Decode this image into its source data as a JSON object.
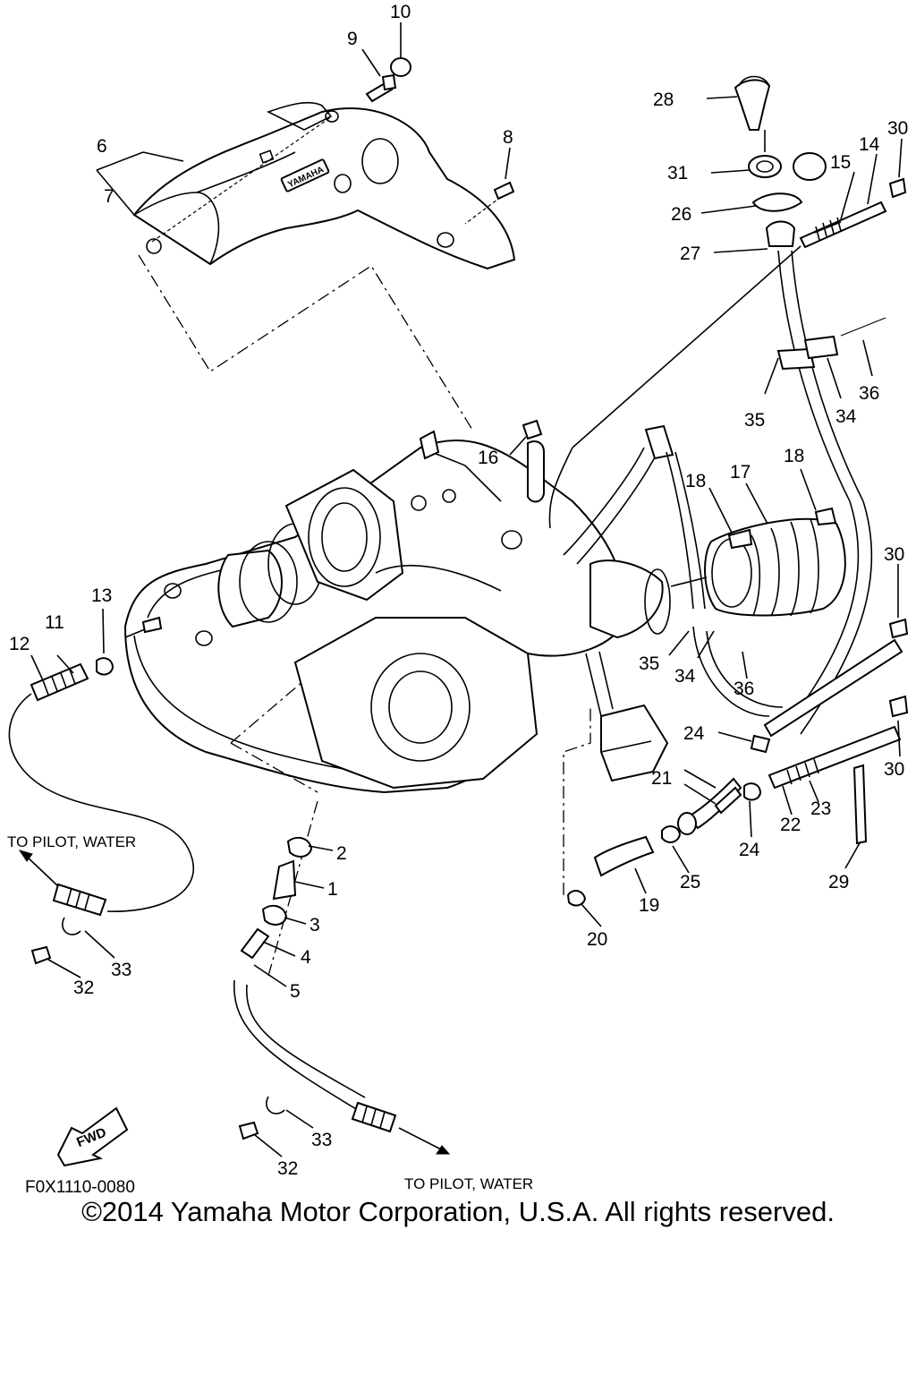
{
  "diagram_code": "F0X1110-0080",
  "copyright": "©2014 Yamaha Motor Corporation, U.S.A. All rights reserved.",
  "brand_plate": "YAMAHA",
  "fwd_badge": "FWD",
  "notes": {
    "to_pilot_water_left": "TO PILOT, WATER",
    "to_pilot_water_bottom": "TO PILOT, WATER"
  },
  "callouts": {
    "c1": "1",
    "c2": "2",
    "c3": "3",
    "c4": "4",
    "c5": "5",
    "c6": "6",
    "c7": "7",
    "c8": "8",
    "c9": "9",
    "c10": "10",
    "c11": "11",
    "c12": "12",
    "c13": "13",
    "c14": "14",
    "c15": "15",
    "c16": "16",
    "c17": "17",
    "c18a": "18",
    "c18b": "18",
    "c19": "19",
    "c20": "20",
    "c21": "21",
    "c22": "22",
    "c23": "23",
    "c24a": "24",
    "c24b": "24",
    "c25": "25",
    "c26": "26",
    "c27": "27",
    "c28": "28",
    "c29": "29",
    "c30a": "30",
    "c30b": "30",
    "c30c": "30",
    "c31": "31",
    "c32a": "32",
    "c32b": "32",
    "c33a": "33",
    "c33b": "33",
    "c34a": "34",
    "c34b": "34",
    "c35a": "35",
    "c35b": "35",
    "c36a": "36",
    "c36b": "36"
  }
}
